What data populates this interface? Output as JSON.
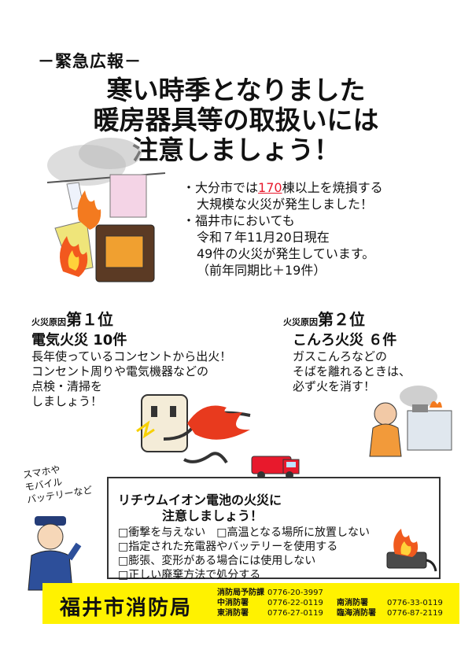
{
  "kicker": "－緊急広報－",
  "headline": [
    "寒い時季となりました",
    "暖房器具等の取扱いには",
    "注意しましょう！"
  ],
  "bullets": {
    "l1_pre": "・大分市では",
    "l1_hl": "170",
    "l1_post": "棟以上を焼損する",
    "l2": "大規模な火災が発生しました！",
    "l3": "・福井市においても",
    "l4": "令和７年11月20日現在",
    "l5": "49件の火災が発生しています。",
    "l6": "（前年同期比＋19件）"
  },
  "cause1": {
    "prefix": "火災原因",
    "rank": "第１位",
    "title": "電気火災 10件",
    "desc": [
      "長年使っているコンセントから出火！",
      "コンセント周りや電気機器などの",
      "点検・清掃を",
      "しましょう！"
    ]
  },
  "cause2": {
    "prefix": "火災原因",
    "rank": "第２位",
    "title": "こんろ火災 ６件",
    "desc": [
      "ガスこんろなどの",
      "そばを離れるときは、",
      "必ず火を消す！"
    ]
  },
  "side_note": [
    "スマホや",
    "モバイル",
    "バッテリーなど"
  ],
  "lithium": {
    "title1": "リチウムイオン電池の火災に",
    "title2": "注意しましょう！",
    "items": [
      "□衝撃を与えない　□高温となる場所に放置しない",
      "□指定された充電器やバッテリーを使用する",
      "□膨張、変形がある場合には使用しない",
      "□正しい廃棄方法で処分する"
    ]
  },
  "footer": {
    "name": "福井市消防局",
    "contacts": [
      {
        "name": "消防局予防課",
        "tel": "0776-20-3997"
      },
      {
        "name": "中消防署",
        "tel": "0776-22-0119"
      },
      {
        "name": "東消防署",
        "tel": "0776-27-0119"
      },
      {
        "name": "南消防署",
        "tel": "0776-33-0119"
      },
      {
        "name": "臨海消防署",
        "tel": "0776-87-2119"
      }
    ]
  },
  "colors": {
    "highlight": "#e8192c",
    "footer": "#fff200"
  }
}
